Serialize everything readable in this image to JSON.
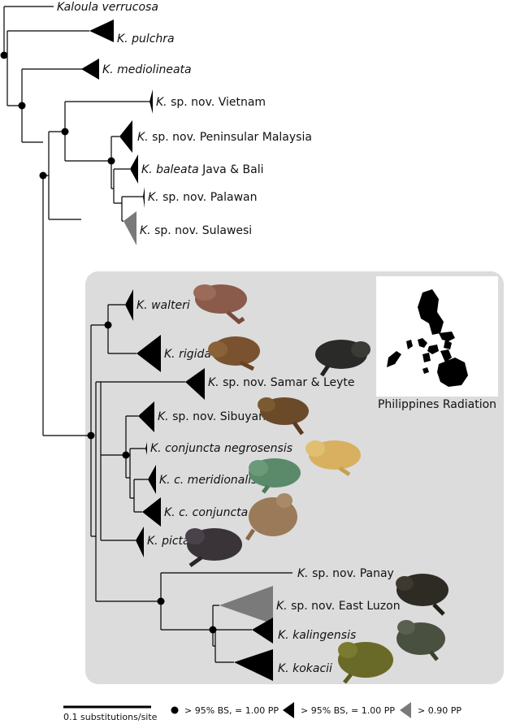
{
  "taxa": [
    {
      "id": "kaloula-verrucosa",
      "parts": [
        {
          "t": "Kaloula verrucosa",
          "i": true
        }
      ]
    },
    {
      "id": "k-pulchra",
      "parts": [
        {
          "t": "K. pulchra",
          "i": true
        }
      ]
    },
    {
      "id": "k-mediolineata",
      "parts": [
        {
          "t": "K. mediolineata",
          "i": true
        }
      ]
    },
    {
      "id": "k-vietnam",
      "parts": [
        {
          "t": "K.",
          "i": true
        },
        {
          "t": " sp. nov. Vietnam",
          "i": false
        }
      ]
    },
    {
      "id": "k-peninsular-malaysia",
      "parts": [
        {
          "t": "K.",
          "i": true
        },
        {
          "t": " sp. nov. Peninsular Malaysia",
          "i": false
        }
      ]
    },
    {
      "id": "k-baleata",
      "parts": [
        {
          "t": "K. baleata",
          "i": true
        },
        {
          "t": "  Java & Bali",
          "i": false
        }
      ]
    },
    {
      "id": "k-palawan",
      "parts": [
        {
          "t": "K.",
          "i": true
        },
        {
          "t": " sp. nov.  Palawan",
          "i": false
        }
      ]
    },
    {
      "id": "k-sulawesi",
      "parts": [
        {
          "t": "K.",
          "i": true
        },
        {
          "t": " sp. nov. Sulawesi",
          "i": false
        }
      ]
    },
    {
      "id": "k-walteri",
      "parts": [
        {
          "t": "K. walteri",
          "i": true
        }
      ]
    },
    {
      "id": "k-rigida",
      "parts": [
        {
          "t": "K. rigida",
          "i": true
        }
      ]
    },
    {
      "id": "k-samar-leyte",
      "parts": [
        {
          "t": "K.",
          "i": true
        },
        {
          "t": " sp. nov. Samar & Leyte",
          "i": false
        }
      ]
    },
    {
      "id": "k-sibuyan",
      "parts": [
        {
          "t": "K.",
          "i": true
        },
        {
          "t": " sp. nov. Sibuyan",
          "i": false
        }
      ]
    },
    {
      "id": "k-negrosensis",
      "parts": [
        {
          "t": "K. conjuncta negrosensis",
          "i": true
        }
      ]
    },
    {
      "id": "k-meridionalis",
      "parts": [
        {
          "t": "K. c. meridionalis",
          "i": true
        }
      ]
    },
    {
      "id": "k-c-conjuncta",
      "parts": [
        {
          "t": "K. c. conjuncta",
          "i": true
        }
      ]
    },
    {
      "id": "k-picta",
      "parts": [
        {
          "t": "K. picta",
          "i": true
        }
      ]
    },
    {
      "id": "k-panay",
      "parts": [
        {
          "t": "K.",
          "i": true
        },
        {
          "t": " sp. nov. Panay",
          "i": false
        }
      ]
    },
    {
      "id": "k-east-luzon",
      "parts": [
        {
          "t": "K.",
          "i": true
        },
        {
          "t": " sp. nov.  East Luzon",
          "i": false
        }
      ]
    },
    {
      "id": "k-kalingensis",
      "parts": [
        {
          "t": "K. kalingensis",
          "i": true
        }
      ]
    },
    {
      "id": "k-kokacii",
      "parts": [
        {
          "t": "K. kokacii",
          "i": true
        }
      ]
    }
  ],
  "region_label": "Philippines Radiation",
  "legend": {
    "scale": "0.1 substitutions/site",
    "dot": "> 95% BS, = 1.00 PP",
    "black_triangle": "> 95% BS, = 1.00 PP",
    "gray_triangle": "> 0.90 PP"
  },
  "colors": {
    "branch": "#000000",
    "panel": "#dcdcdc",
    "supported": "#000000",
    "moderate": "#7a7a7a"
  }
}
